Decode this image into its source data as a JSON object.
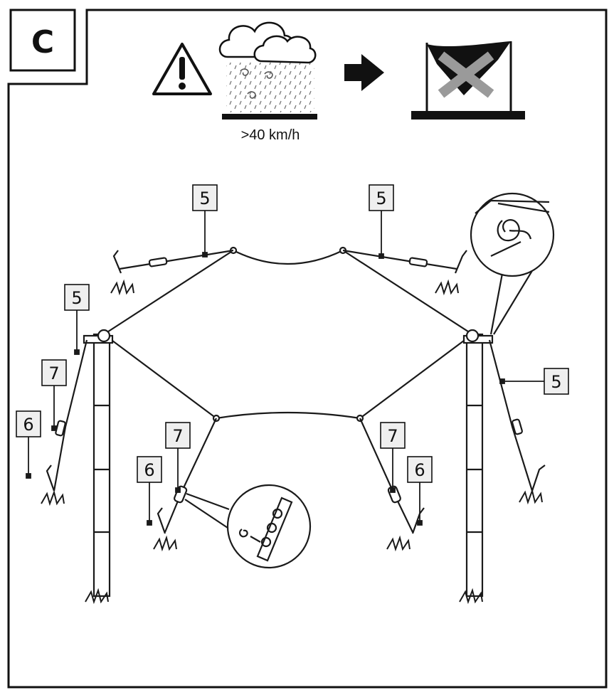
{
  "step": {
    "label": "C"
  },
  "warning": {
    "wind_speed": ">40 km/h",
    "icon": "warning-triangle-icon"
  },
  "callouts": [
    {
      "id": "back-left",
      "number": "5"
    },
    {
      "id": "back-right",
      "number": "5"
    },
    {
      "id": "left-corner",
      "number": "5"
    },
    {
      "id": "right-corner",
      "number": "5"
    },
    {
      "id": "left-tensioner",
      "number": "7"
    },
    {
      "id": "left-peg",
      "number": "6"
    },
    {
      "id": "front-left-tensioner",
      "number": "7"
    },
    {
      "id": "front-left-peg",
      "number": "6"
    },
    {
      "id": "front-right-tensioner",
      "number": "7"
    },
    {
      "id": "front-right-peg",
      "number": "6"
    }
  ],
  "colors": {
    "line": "#1a1a1a",
    "cloud_fill": "#ffffff",
    "cross": "#9a9a9a",
    "canopy_dark": "#1a1a1a"
  }
}
